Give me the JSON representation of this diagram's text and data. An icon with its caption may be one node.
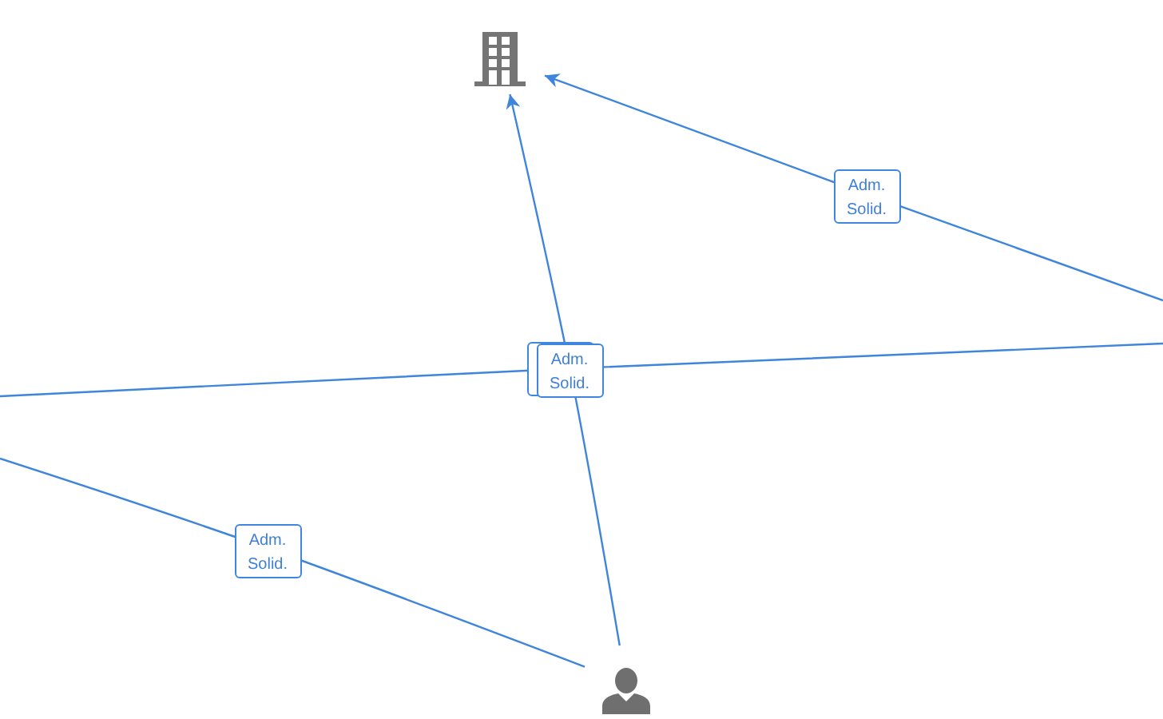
{
  "diagram": {
    "nodes": [
      {
        "text": [],
        "shape": "building"
      },
      {
        "text": [],
        "shape": "person"
      }
    ],
    "edges": [
      {
        "from": 1,
        "to": 0,
        "arrow": "to",
        "label": "Adm. Solid."
      },
      {
        "from": null,
        "to": 0,
        "arrow": "to",
        "label": "Adm. Solid."
      },
      {
        "from": 1,
        "to": null,
        "arrow": "none",
        "label": "Adm. Solid."
      }
    ]
  }
}
